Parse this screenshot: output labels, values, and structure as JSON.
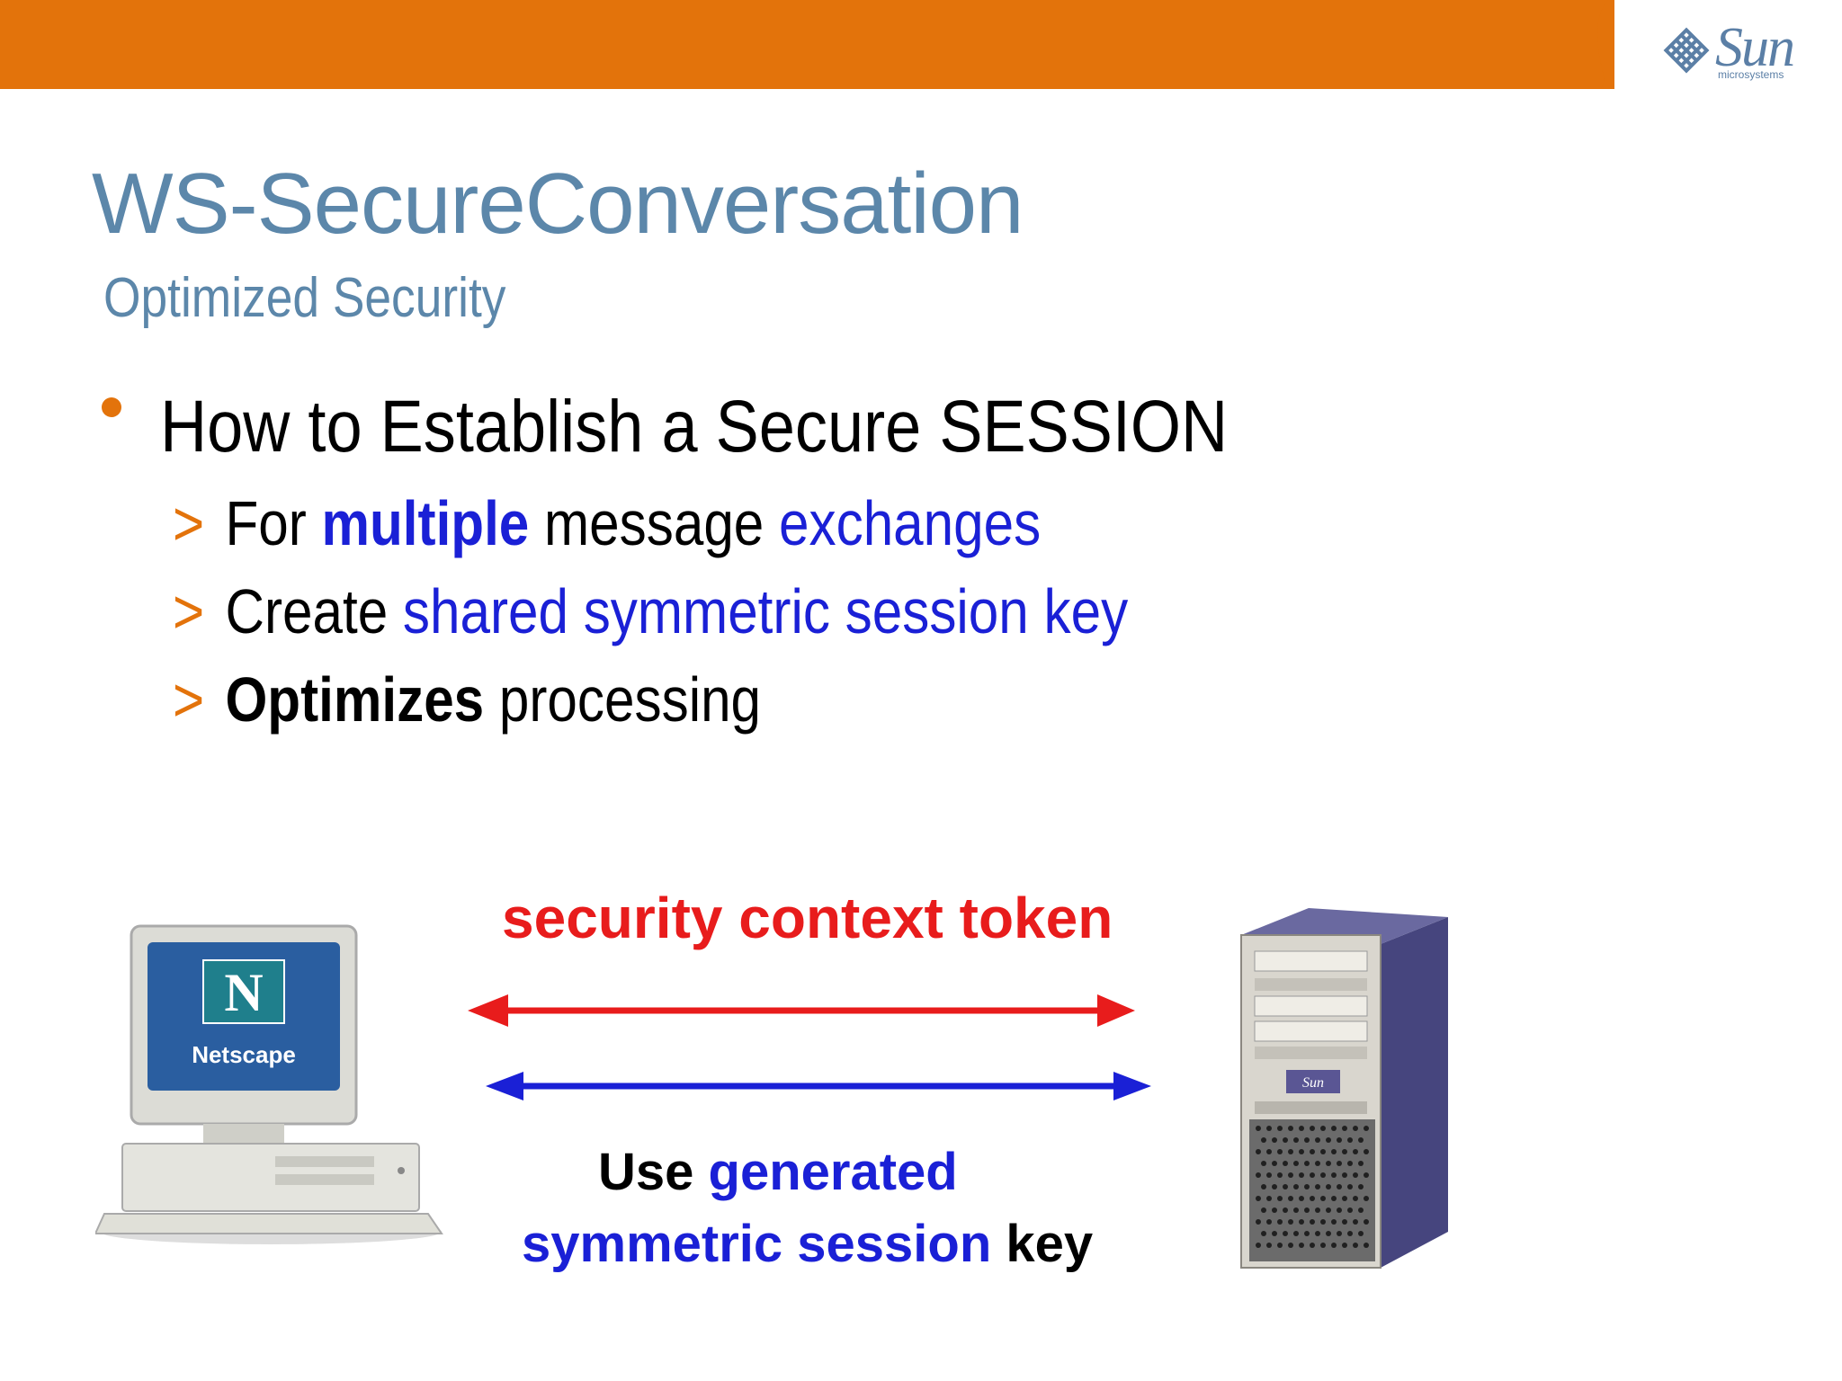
{
  "header": {
    "accent_color": "#e3730b"
  },
  "logo": {
    "word": "Sun",
    "sub": "microsystems",
    "icon": "sun-logo-icon"
  },
  "title": "WS-SecureConversation",
  "subtitle": "Optimized Security",
  "bullet": {
    "text": "How to Establish a Secure SESSION"
  },
  "subbullets": {
    "marker": ">",
    "s1": {
      "a": "For ",
      "b": "multiple",
      "c": " message ",
      "d": "exchanges"
    },
    "s2": {
      "a": "Create ",
      "b": "shared symmetric session key"
    },
    "s3": {
      "a": "Optimizes",
      "b": " processing"
    }
  },
  "diagram": {
    "top_label": "security context token",
    "bottom_label": {
      "a": "Use ",
      "b": "generated",
      "c": "symmetric session",
      "d": " key"
    },
    "client": {
      "screen_logo": "N",
      "screen_text": "Netscape",
      "icon": "desktop-computer-icon"
    },
    "server": {
      "badge": "Sun",
      "icon": "tower-server-icon"
    },
    "colors": {
      "token_arrow": "#e81c1c",
      "key_arrow": "#1a20d6"
    }
  }
}
